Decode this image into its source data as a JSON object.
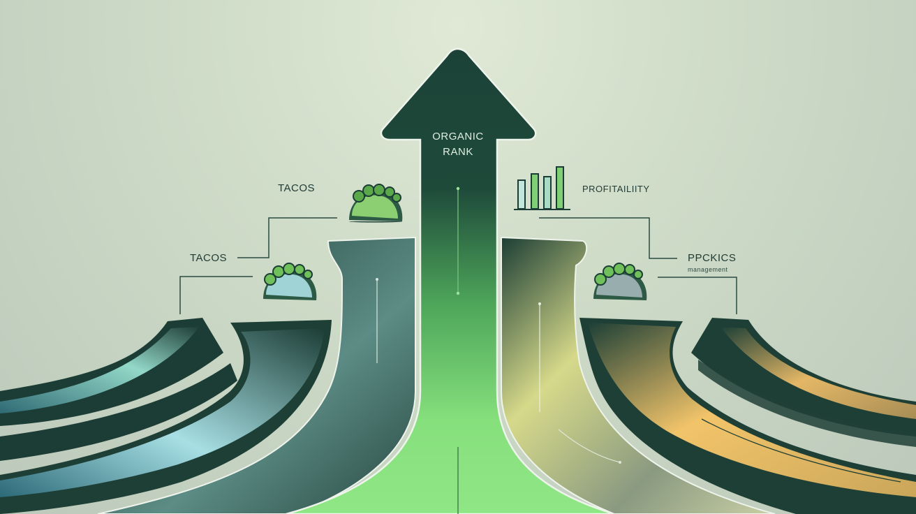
{
  "arrow": {
    "line1": "ORGANIC",
    "line2": "RANK"
  },
  "labels": {
    "tacos_upper": "TACOS",
    "tacos_lower": "TACOS",
    "profitability": "PROFITAILIITY",
    "ppc": "PPCKICS",
    "ppc_sub": "management"
  },
  "colors": {
    "arrow_dark": "#1c4237",
    "arrow_green": "#86e07c",
    "taco_green": "#8ccf72",
    "taco_blue": "#9fd3d6",
    "taco_gray": "#98aeae",
    "accent_yellow": "#f2c46a"
  },
  "icons": [
    "taco-icon",
    "taco-icon",
    "taco-icon",
    "bar-chart-icon"
  ]
}
